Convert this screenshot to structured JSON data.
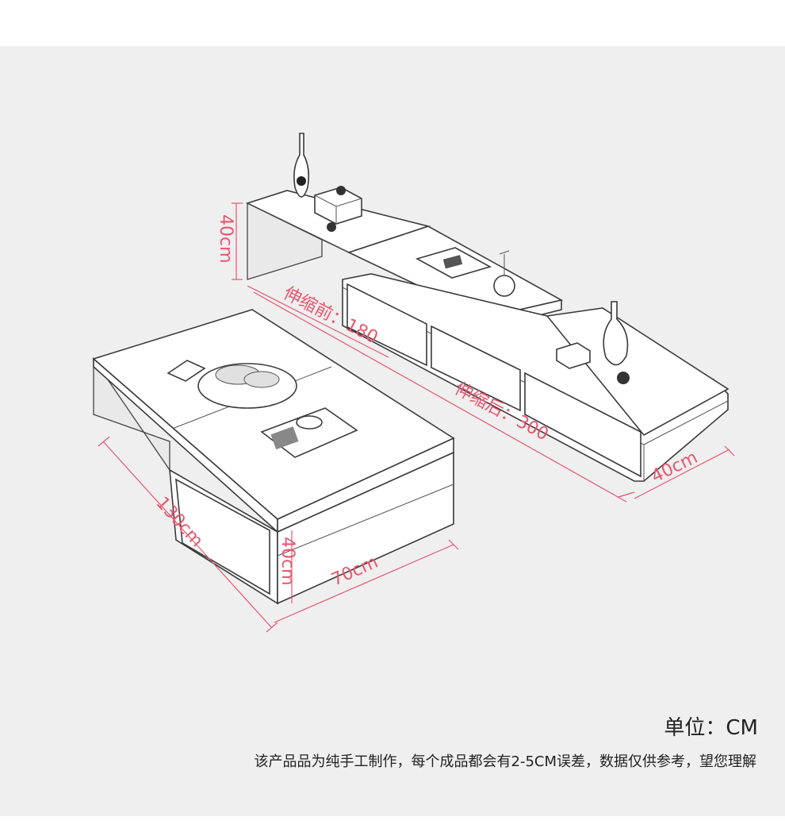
{
  "dimensions": {
    "cabinet_height": "40cm",
    "before_extension": "伸缩前：180",
    "after_extension": "伸缩后：300",
    "cabinet_depth": "40cm",
    "table_length": "130cm",
    "table_height": "40cm",
    "table_width": "70cm"
  },
  "footer": {
    "unit_label": "单位：CM",
    "disclaimer": "该产品品为纯手工制作，每个成品都会有2-5CM误差，数据仅供参考，望您理解"
  },
  "colors": {
    "dimension": "#e8566f",
    "background": "#efefef"
  }
}
